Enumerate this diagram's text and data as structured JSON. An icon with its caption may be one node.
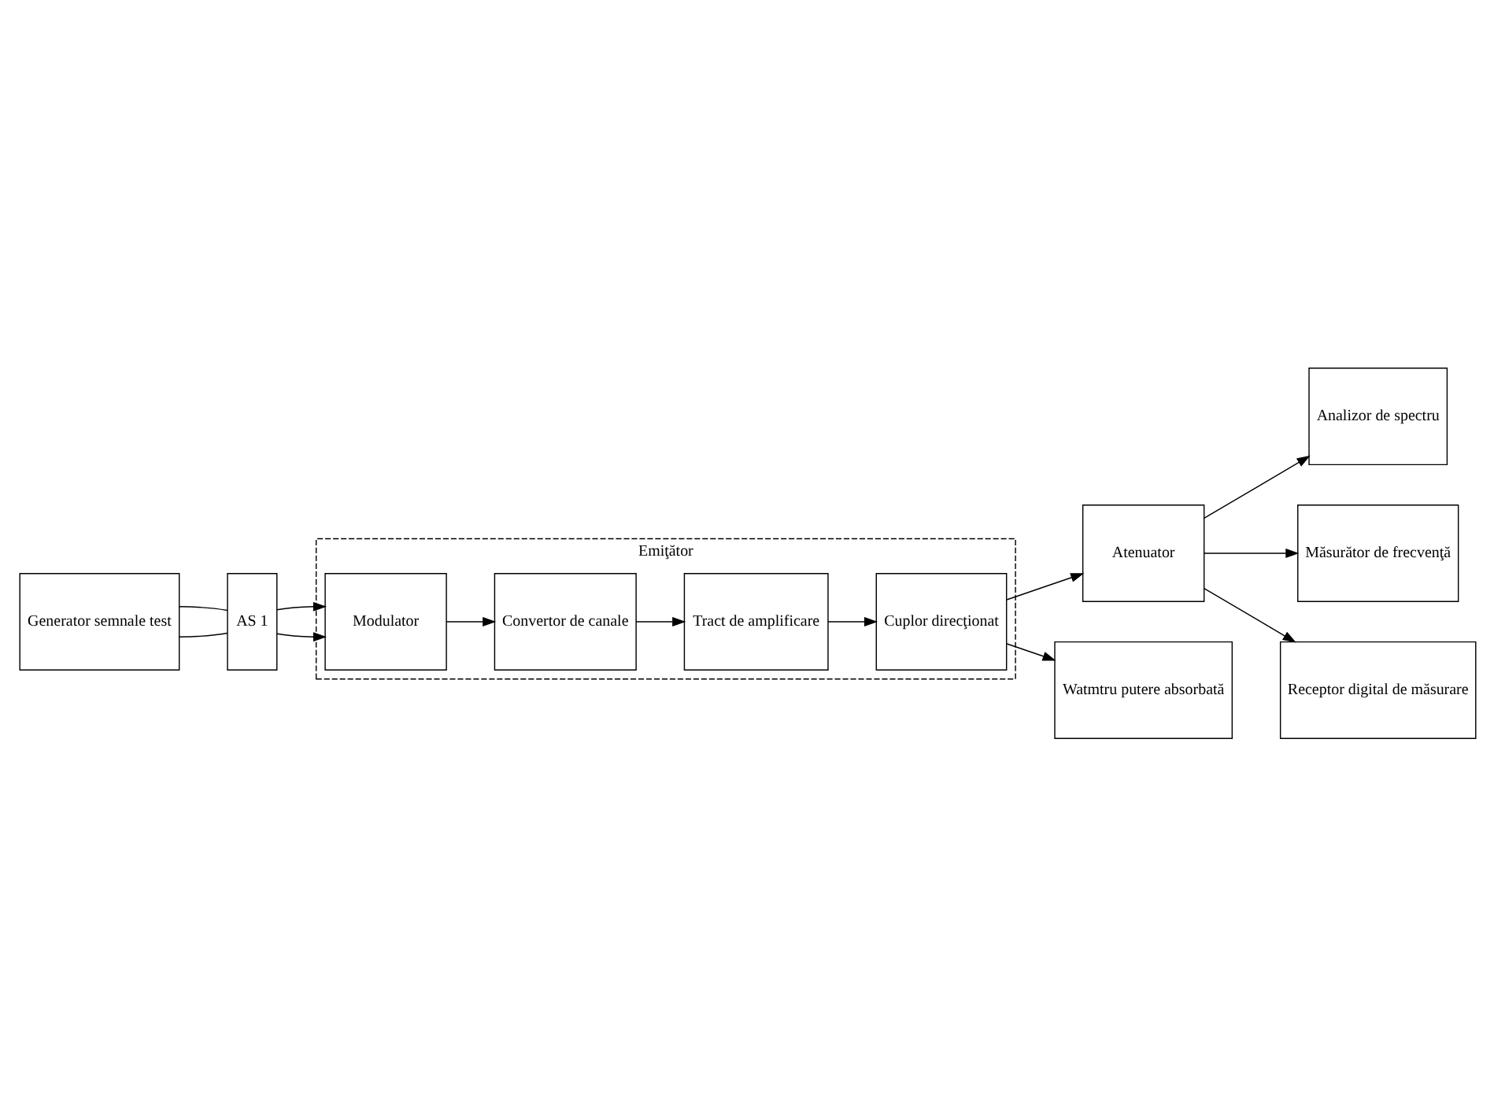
{
  "diagram": {
    "nodes": [
      {
        "text": [
          "Generator semnale test"
        ]
      },
      {
        "text": [
          "AS 1"
        ]
      },
      {
        "text": [
          "Emiţător"
        ]
      },
      {
        "text": [
          "Modulator"
        ],
        "in": 2
      },
      {
        "text": [
          "Convertor de canale"
        ],
        "in": 2
      },
      {
        "text": [
          "Tract de amplificare"
        ],
        "in": 2
      },
      {
        "text": [
          "Cuplor direcţionat"
        ],
        "in": 2
      },
      {
        "text": [
          "Analizor de spectru"
        ]
      },
      {
        "text": [
          "Atenuator"
        ]
      },
      {
        "text": [
          "Măsurător de frecvenţă"
        ]
      },
      {
        "text": [
          "Watmtru putere absorbată"
        ]
      },
      {
        "text": [
          "Receptor digital de măsurare"
        ]
      }
    ],
    "edges": [
      {
        "from": 0,
        "to": 1,
        "arrow": "none"
      },
      {
        "from": 0,
        "to": 1,
        "arrow": "none"
      },
      {
        "from": 1,
        "to": 3,
        "arrow": "to"
      },
      {
        "from": 1,
        "to": 3,
        "arrow": "to"
      },
      {
        "from": 3,
        "to": 4,
        "arrow": "to"
      },
      {
        "from": 4,
        "to": 5,
        "arrow": "to"
      },
      {
        "from": 5,
        "to": 6,
        "arrow": "to"
      },
      {
        "from": 6,
        "to": 8,
        "arrow": "to"
      },
      {
        "from": 6,
        "to": 10,
        "arrow": "to"
      },
      {
        "from": 8,
        "to": 7,
        "arrow": "to"
      },
      {
        "from": 8,
        "to": 9,
        "arrow": "to"
      },
      {
        "from": 8,
        "to": 11,
        "arrow": "to"
      }
    ]
  }
}
